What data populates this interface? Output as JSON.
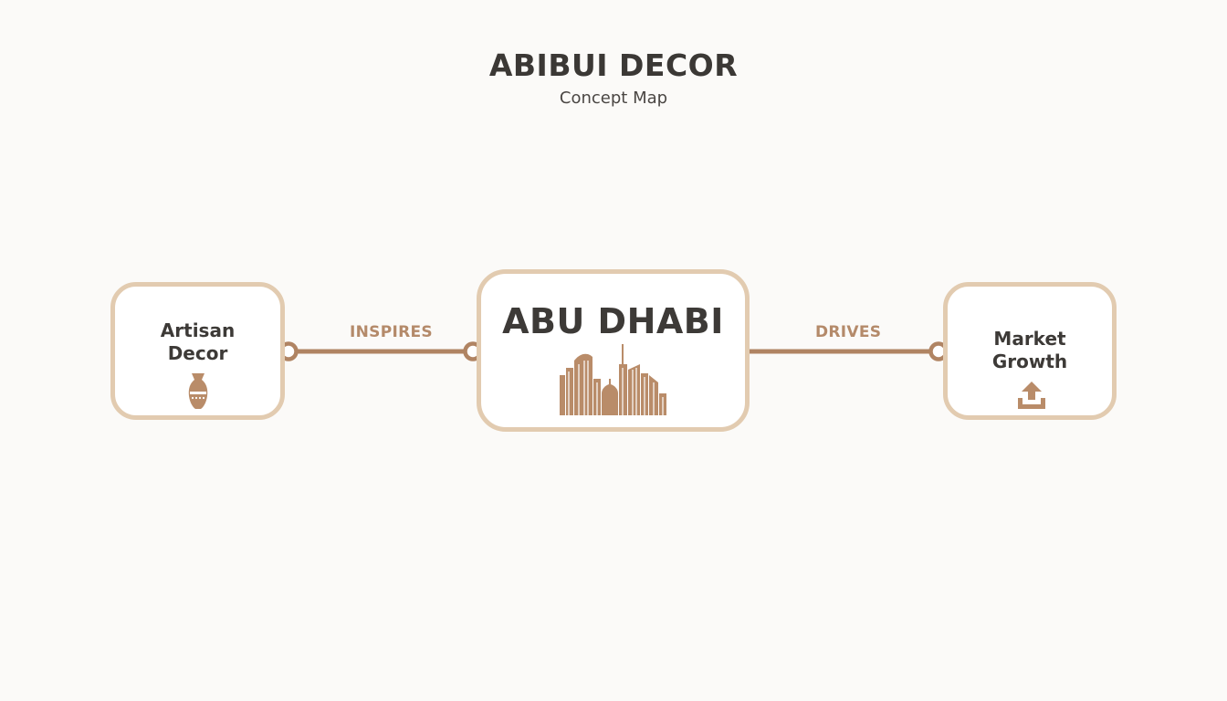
{
  "header": {
    "title": "ABIBUI DECOR",
    "subtitle": "Concept Map"
  },
  "nodes": {
    "left": {
      "line1": "Artisan",
      "line2": "Decor",
      "icon": "vase-icon"
    },
    "center": {
      "label": "ABU DHABI",
      "icon": "city-skyline-icon"
    },
    "right": {
      "line1": "Market",
      "line2": "Growth",
      "icon": "upload-growth-icon"
    }
  },
  "edges": {
    "left_center": {
      "label": "INSPIRES"
    },
    "center_right": {
      "label": "DRIVES"
    }
  },
  "colors": {
    "node_border": "#e2cbb0",
    "edge_line": "#b08463",
    "edge_label": "#b48a6a",
    "icon": "#b98c69",
    "text": "#3d3a37"
  }
}
